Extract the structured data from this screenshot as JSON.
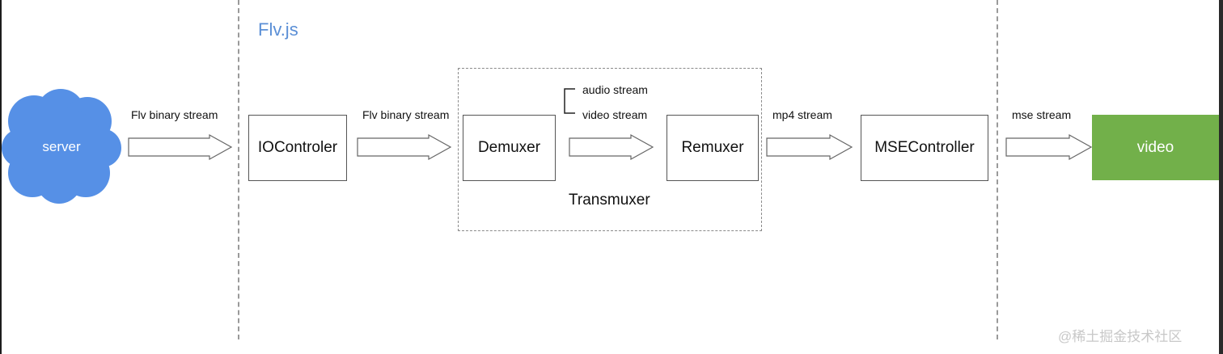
{
  "diagram": {
    "title": "Flv.js",
    "nodes": {
      "server": "server",
      "io_controller": "IOControler",
      "demuxer": "Demuxer",
      "remuxer": "Remuxer",
      "mse_controller": "MSEController",
      "video": "video"
    },
    "group": {
      "transmuxer": "Transmuxer"
    },
    "edges": {
      "server_to_io": "Flv binary stream",
      "io_to_demuxer": "Flv binary stream",
      "demuxer_audio": "audio stream",
      "demuxer_video": "video stream",
      "remuxer_to_mse": "mp4 stream",
      "mse_to_video": "mse stream"
    },
    "colors": {
      "server_cloud": "#5690e6",
      "video_box": "#72b04a",
      "title": "#5b8fd6"
    }
  },
  "watermark": "@稀土掘金技术社区"
}
